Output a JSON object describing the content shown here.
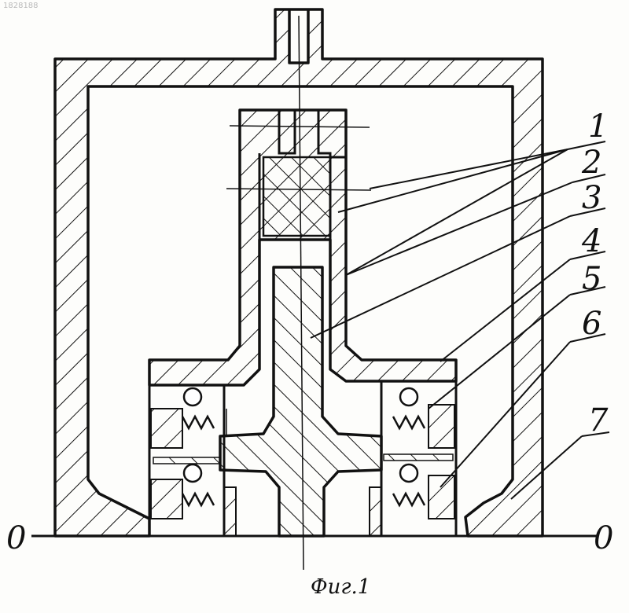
{
  "figure": {
    "caption": "Фиг.1",
    "source_id": "1828188",
    "axis_label_left": "0",
    "axis_label_right": "0",
    "callouts": [
      "1",
      "2",
      "3",
      "4",
      "5",
      "6",
      "7"
    ],
    "ink_color": "#111111",
    "paper_color": "#fdfdfb"
  }
}
